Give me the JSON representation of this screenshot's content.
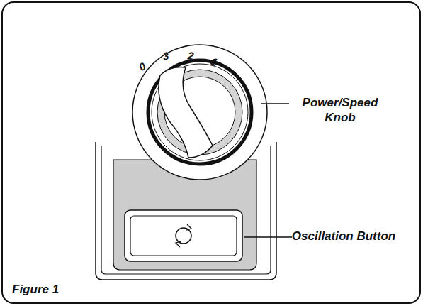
{
  "diagram": {
    "caption": "Figure 1",
    "labels": [
      "0",
      "3",
      "2",
      "1",
      "Power/Speed Knob",
      "Oscillation Button"
    ]
  }
}
